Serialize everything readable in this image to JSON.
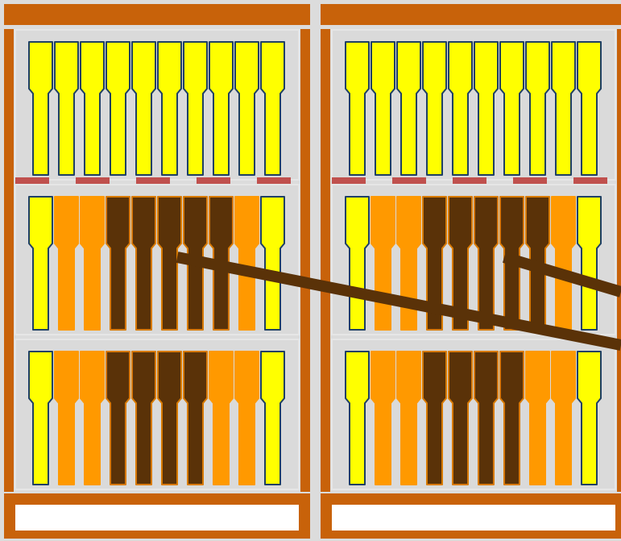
{
  "colors": {
    "background": "#dcdcdc",
    "frame": "#c8620a",
    "slot_bg": "#e6e6e6",
    "slot_fill": "#dadada",
    "tube_yellow": "#ffff00",
    "tube_orange": "#ff9900",
    "tube_brown": "#5a3208",
    "outline_dark": "#1f4064",
    "outline_orange": "#d87a00",
    "bar_red": "#c0504d",
    "answer_box": "#ffffff",
    "rod": "#5a3208"
  },
  "panels": [
    {
      "name": "left-panel",
      "rows": [
        {
          "name": "row-1",
          "tubes": [
            "yellow",
            "yellow",
            "yellow",
            "yellow",
            "yellow",
            "yellow",
            "yellow",
            "yellow",
            "yellow",
            "yellow"
          ]
        },
        {
          "name": "row-2",
          "tubes": [
            "yellow",
            "orange",
            "orange",
            "brown",
            "brown",
            "brown",
            "brown",
            "brown",
            "orange",
            "yellow"
          ]
        },
        {
          "name": "row-3",
          "tubes": [
            "yellow",
            "orange",
            "orange",
            "brown",
            "brown",
            "brown",
            "brown",
            "orange",
            "orange",
            "yellow"
          ]
        }
      ],
      "answer": ""
    },
    {
      "name": "right-panel",
      "rows": [
        {
          "name": "row-1",
          "tubes": [
            "yellow",
            "yellow",
            "yellow",
            "yellow",
            "yellow",
            "yellow",
            "yellow",
            "yellow",
            "yellow",
            "yellow"
          ]
        },
        {
          "name": "row-2",
          "tubes": [
            "yellow",
            "orange",
            "orange",
            "brown",
            "brown",
            "brown",
            "brown",
            "brown",
            "orange",
            "yellow"
          ]
        },
        {
          "name": "row-3",
          "tubes": [
            "yellow",
            "orange",
            "orange",
            "brown",
            "brown",
            "brown",
            "brown",
            "orange",
            "orange",
            "yellow"
          ]
        }
      ],
      "answer": ""
    }
  ]
}
